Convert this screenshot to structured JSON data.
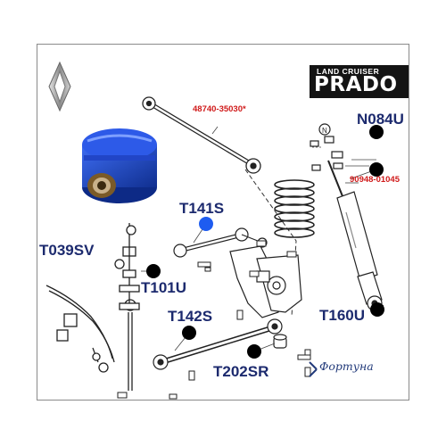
{
  "logo": {
    "line1": "LAND CRUISER",
    "line2": "PRADO"
  },
  "brand": {
    "name": "Фортуна"
  },
  "part_numbers": {
    "arm": "48740-35030*",
    "bolt": "90948-01045"
  },
  "labels": {
    "n084u": "N084U",
    "t141s": "T141S",
    "t039sv": "T039SV",
    "t101u": "T101U",
    "t142s": "T142S",
    "t160u": "T160U",
    "t202sr": "T202SR"
  },
  "colors": {
    "bushing_blue": "#1f47c4",
    "label_navy": "#1c2a6e",
    "part_red": "#d01a1a",
    "marker_active": "#1e5cf0",
    "marker_default": "#000000"
  },
  "icons": [
    "renault-diamond-icon",
    "bushing-photo-icon"
  ]
}
